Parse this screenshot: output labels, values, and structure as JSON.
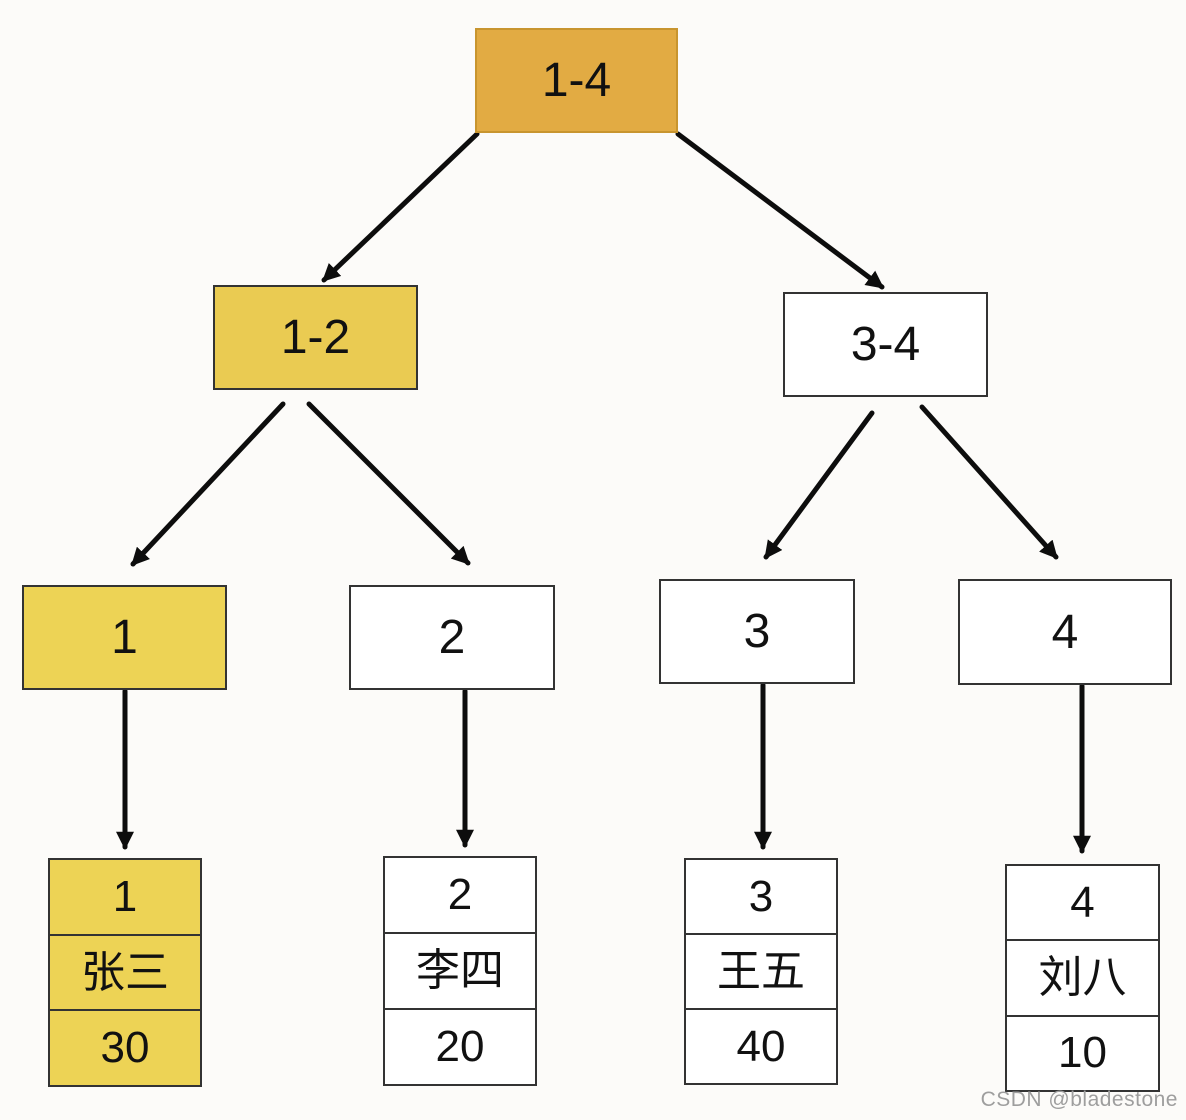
{
  "tree": {
    "root": {
      "label": "1-4",
      "highlighted": true
    },
    "left": {
      "label": "1-2",
      "highlighted": true
    },
    "right": {
      "label": "3-4",
      "highlighted": false
    },
    "leaves": [
      {
        "label": "1",
        "highlighted": true
      },
      {
        "label": "2",
        "highlighted": false
      },
      {
        "label": "3",
        "highlighted": false
      },
      {
        "label": "4",
        "highlighted": false
      }
    ]
  },
  "records": [
    {
      "index": "1",
      "name": "张三",
      "value": "30",
      "highlighted": true
    },
    {
      "index": "2",
      "name": "李四",
      "value": "20",
      "highlighted": false
    },
    {
      "index": "3",
      "name": "王五",
      "value": "40",
      "highlighted": false
    },
    {
      "index": "4",
      "name": "刘八",
      "value": "10",
      "highlighted": false
    }
  ],
  "edges": [
    {
      "from": "1-4",
      "to": "1-2"
    },
    {
      "from": "1-4",
      "to": "3-4"
    },
    {
      "from": "1-2",
      "to": "1"
    },
    {
      "from": "1-2",
      "to": "2"
    },
    {
      "from": "3-4",
      "to": "3"
    },
    {
      "from": "3-4",
      "to": "4"
    },
    {
      "from": "1",
      "to": "record-1"
    },
    {
      "from": "2",
      "to": "record-2"
    },
    {
      "from": "3",
      "to": "record-3"
    },
    {
      "from": "4",
      "to": "record-4"
    }
  ],
  "colors": {
    "canvas_bg": "#fcfbf9",
    "root_fill": "#e2ab43",
    "root_border": "#c8952f",
    "mid_fill": "#eacb52",
    "leaf_fill": "#edd355",
    "border": "#333333",
    "arrow": "#0d0d0d",
    "watermark": "#9e9e9e"
  },
  "watermark": {
    "text": "CSDN @bladestone"
  }
}
